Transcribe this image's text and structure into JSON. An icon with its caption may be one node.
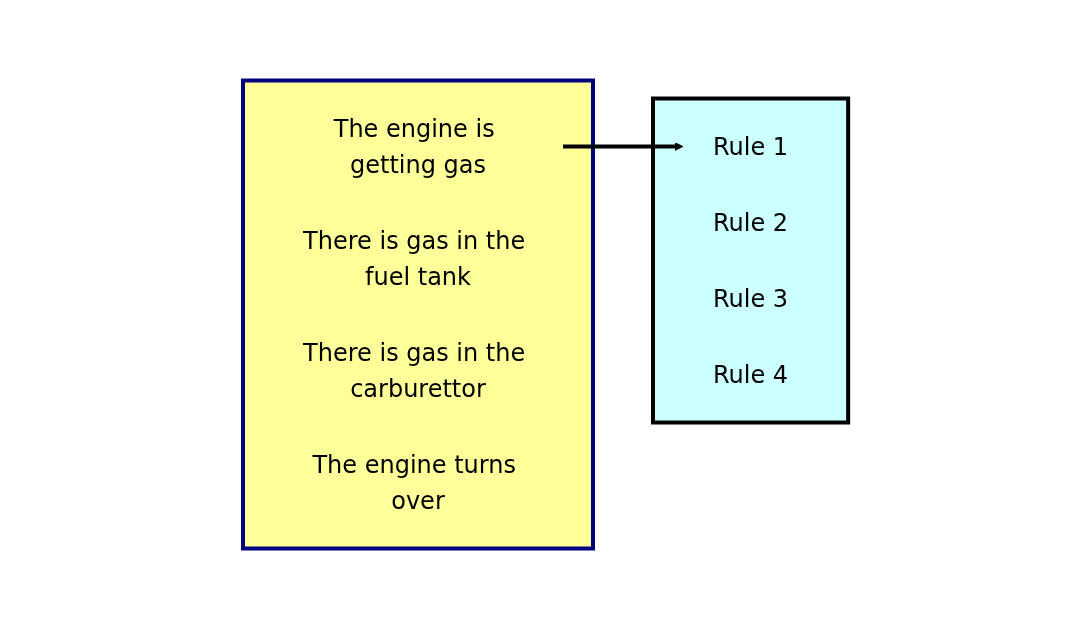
{
  "diagram": {
    "nodes": [
      {
        "text": [],
        "shape": "box"
      },
      {
        "text": [
          "The engine is getting gas"
        ],
        "in": 0
      },
      {
        "text": [
          "There is gas in the fuel tank"
        ],
        "in": 0
      },
      {
        "text": [
          "There is gas in the carburettor"
        ],
        "in": 0
      },
      {
        "text": [
          "The engine turns over"
        ],
        "in": 0
      },
      {
        "text": [],
        "shape": "box"
      },
      {
        "text": [
          "Rule 1"
        ],
        "in": 5
      },
      {
        "text": [
          "Rule 2"
        ],
        "in": 5
      },
      {
        "text": [
          "Rule 3"
        ],
        "in": 5
      },
      {
        "text": [
          "Rule 4"
        ],
        "in": 5
      }
    ],
    "edges": [
      {
        "from": 1,
        "to": 6,
        "arrow": "to"
      }
    ]
  }
}
